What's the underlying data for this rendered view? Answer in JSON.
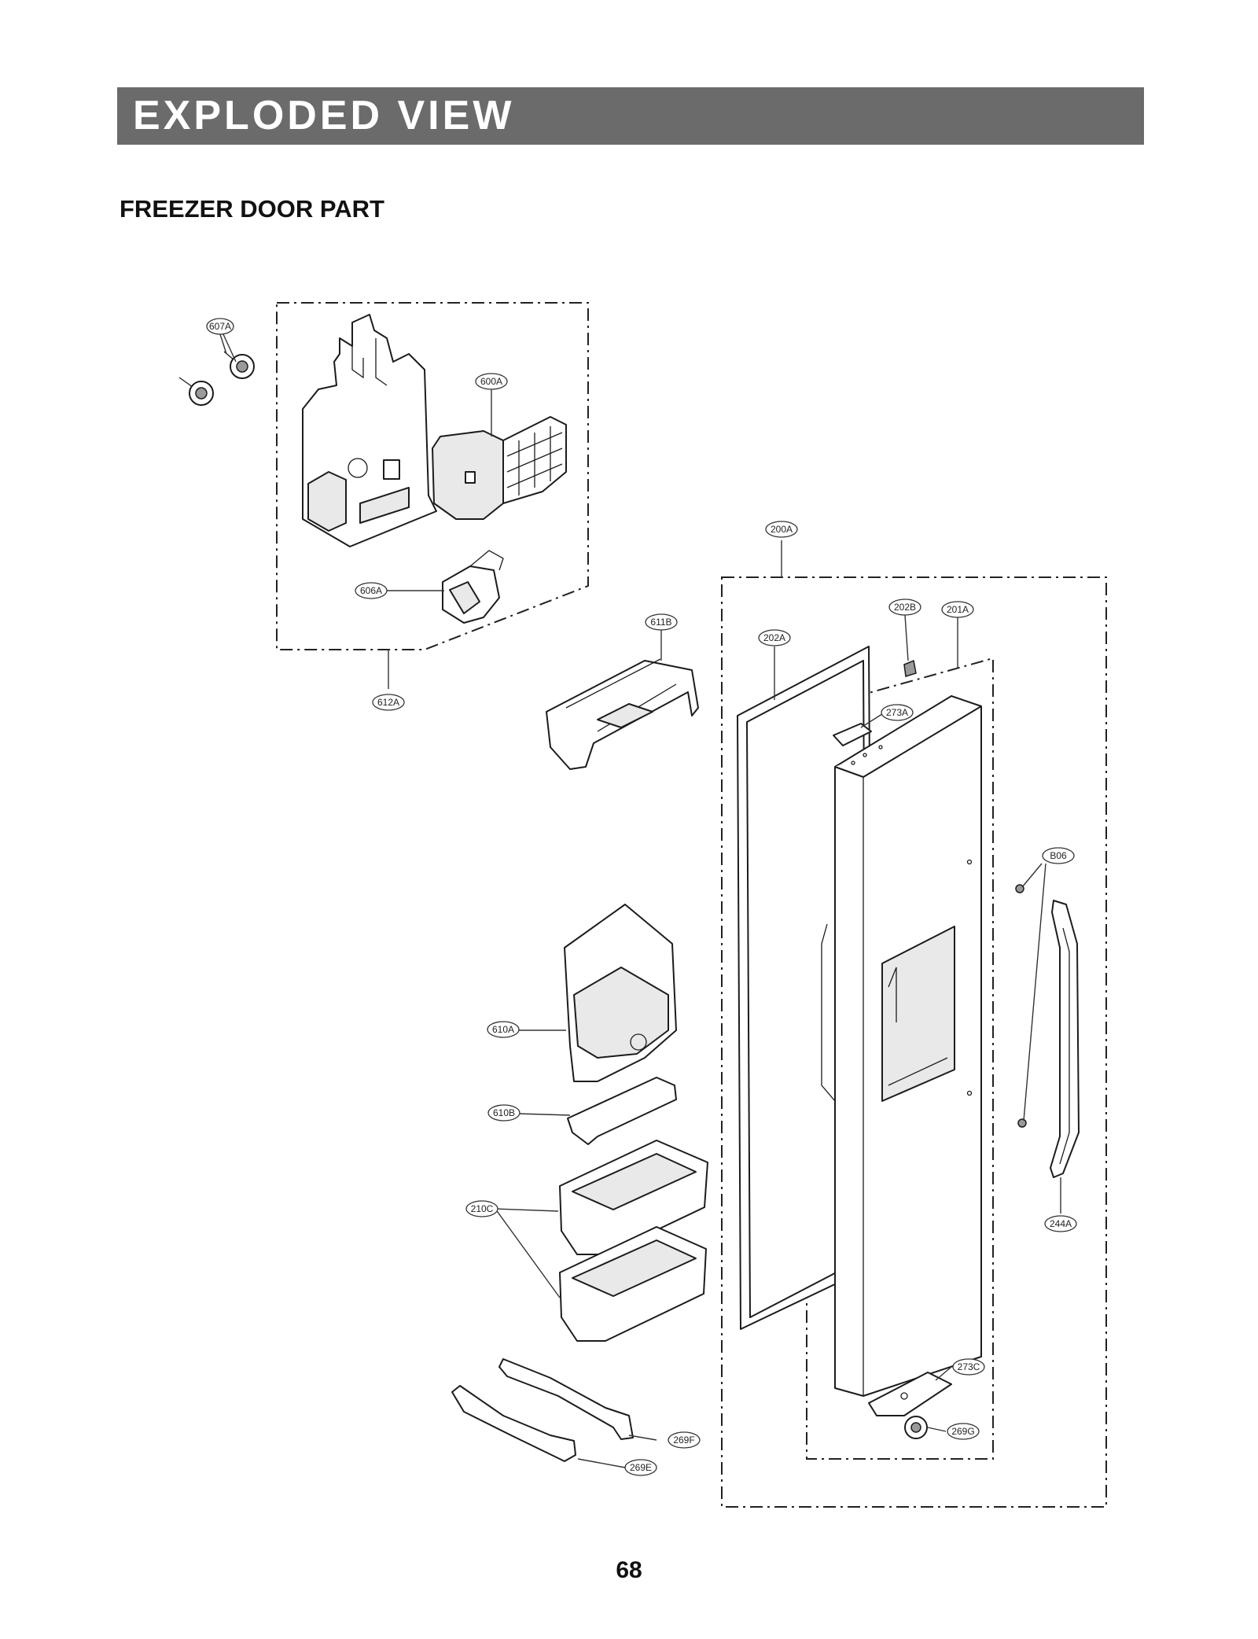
{
  "header": {
    "title": "EXPLODED VIEW"
  },
  "section": {
    "title": "FREEZER DOOR PART"
  },
  "labels": {
    "p607A": "607A",
    "p600A": "600A",
    "p606A": "606A",
    "p612A": "612A",
    "p611B": "611B",
    "p200A": "200A",
    "p202A": "202A",
    "p202B": "202B",
    "p201A": "201A",
    "p273A": "273A",
    "pB06": "B06",
    "p610A": "610A",
    "p610B": "610B",
    "p210C": "210C",
    "p244A": "244A",
    "p273C": "273C",
    "p269G": "269G",
    "p269F": "269F",
    "p269E": "269E"
  },
  "footer": {
    "page_number": "68"
  }
}
